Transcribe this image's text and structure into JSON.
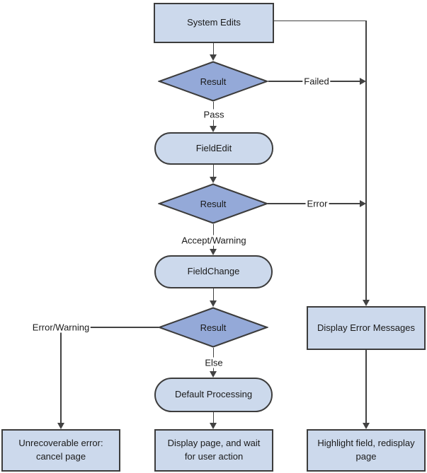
{
  "nodes": {
    "system_edits": {
      "label": "System Edits",
      "type": "process"
    },
    "result1": {
      "label": "Result",
      "type": "decision"
    },
    "field_edit": {
      "label": "FieldEdit",
      "type": "rounded"
    },
    "result2": {
      "label": "Result",
      "type": "decision"
    },
    "field_change": {
      "label": "FieldChange",
      "type": "rounded"
    },
    "result3": {
      "label": "Result",
      "type": "decision"
    },
    "default_processing": {
      "label": "Default Processing",
      "type": "rounded"
    },
    "display_error_messages": {
      "label": "Display Error Messages",
      "type": "process"
    },
    "unrecoverable_error": {
      "label": "Unrecoverable error: cancel page",
      "type": "terminal"
    },
    "display_page": {
      "label": "Display page, and wait for user action",
      "type": "terminal"
    },
    "highlight_field": {
      "label": "Highlight field, redisplay page",
      "type": "terminal"
    }
  },
  "edge_labels": {
    "failed": "Failed",
    "pass": "Pass",
    "error": "Error",
    "accept_warning": "Accept/Warning",
    "error_warning": "Error/Warning",
    "else": "Else"
  },
  "colors": {
    "node_fill": "#ccd9ec",
    "decision_fill": "#94a9d8",
    "border_color": "#3c3c3c",
    "line_color": "#424242"
  }
}
